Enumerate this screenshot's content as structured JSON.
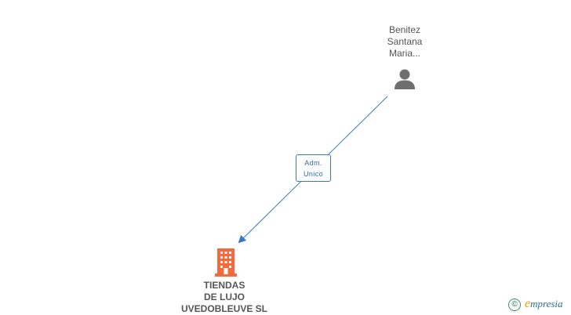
{
  "person": {
    "name_lines": [
      "Benitez",
      "Santana",
      "Maria..."
    ],
    "icon": "person-icon"
  },
  "relation": {
    "role_lines": [
      "Adm.",
      "Unico"
    ],
    "color": "#3a78c2"
  },
  "company": {
    "name_lines": [
      "TIENDAS",
      "DE LUJO",
      "UVEDOBLEUVE SL"
    ],
    "icon": "building-icon",
    "color": "#f26a3d"
  },
  "branding": {
    "copyright_symbol": "©",
    "brand_initial": "e",
    "brand_rest": "mpresia"
  }
}
